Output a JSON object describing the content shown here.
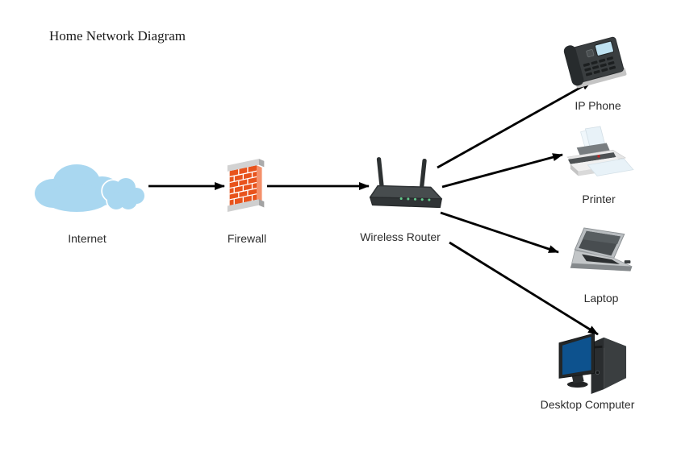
{
  "title": "Home Network Diagram",
  "diagram": {
    "nodes": {
      "internet": {
        "label": "Internet",
        "icon": "cloud-icon"
      },
      "firewall": {
        "label": "Firewall",
        "icon": "brick-wall-icon"
      },
      "router": {
        "label": "Wireless Router",
        "icon": "wireless-router-icon"
      },
      "ip_phone": {
        "label": "IP Phone",
        "icon": "desk-phone-icon"
      },
      "printer": {
        "label": "Printer",
        "icon": "printer-icon"
      },
      "laptop": {
        "label": "Laptop",
        "icon": "laptop-icon"
      },
      "desktop": {
        "label": "Desktop Computer",
        "icon": "desktop-computer-icon"
      }
    },
    "edges": [
      {
        "from": "Internet",
        "to": "Firewall"
      },
      {
        "from": "Firewall",
        "to": "Wireless Router"
      },
      {
        "from": "Wireless Router",
        "to": "IP Phone"
      },
      {
        "from": "Wireless Router",
        "to": "Printer"
      },
      {
        "from": "Wireless Router",
        "to": "Laptop"
      },
      {
        "from": "Wireless Router",
        "to": "Desktop Computer"
      }
    ],
    "colors": {
      "cloud": "#A9D7F0",
      "brick": "#E8531C",
      "arrow": "#000000",
      "router_led": "#62C98B",
      "monitor_screen": "#0D528E"
    }
  }
}
